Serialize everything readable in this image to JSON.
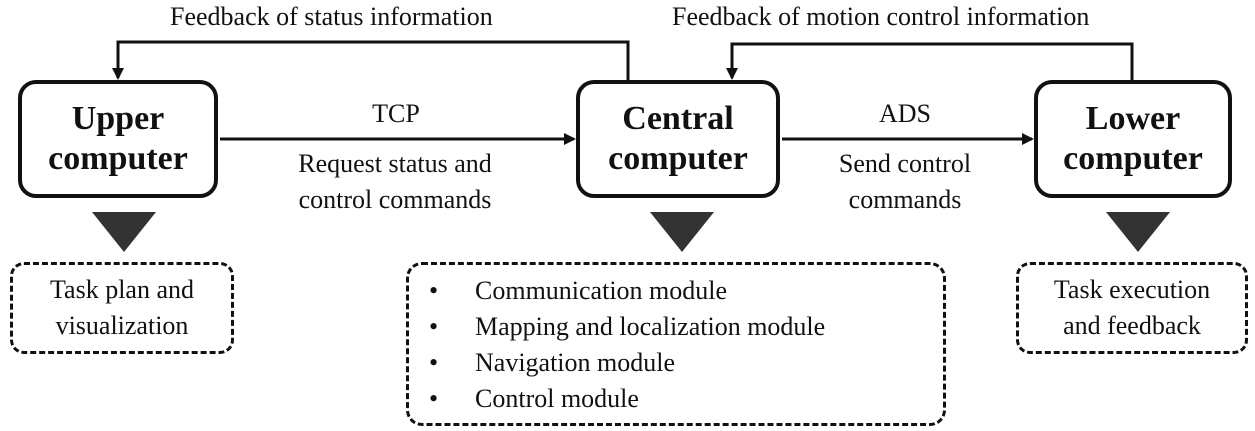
{
  "nodes": {
    "upper": {
      "line1": "Upper",
      "line2": "computer"
    },
    "central": {
      "line1": "Central",
      "line2": "computer"
    },
    "lower": {
      "line1": "Lower",
      "line2": "computer"
    }
  },
  "feedback": {
    "status": "Feedback of status information",
    "motion": "Feedback of motion control information"
  },
  "links": {
    "upper_to_central": {
      "protocol": "TCP",
      "line1": "Request status and",
      "line2": "control commands"
    },
    "central_to_lower": {
      "protocol": "ADS",
      "line1": "Send control",
      "line2": "commands"
    }
  },
  "notes": {
    "upper": {
      "line1": "Task plan and",
      "line2": "visualization"
    },
    "lower": {
      "line1": "Task execution",
      "line2": "and feedback"
    }
  },
  "central_modules": {
    "bullet": "•",
    "items": [
      "Communication module",
      "Mapping and localization module",
      "Navigation module",
      "Control module"
    ]
  },
  "colors": {
    "line": "#111111",
    "background": "#ffffff"
  }
}
